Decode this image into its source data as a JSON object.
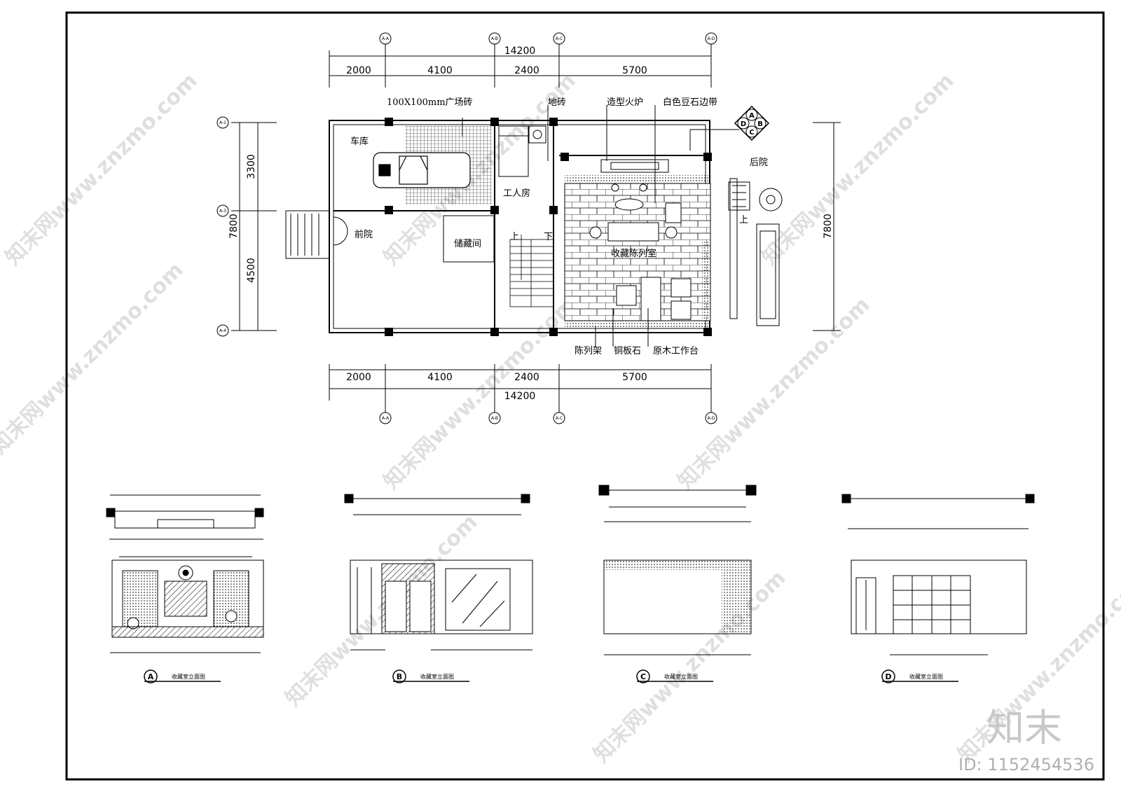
{
  "plan": {
    "total_dim": "14200",
    "col_dims": [
      "2000",
      "4100",
      "2400",
      "5700"
    ],
    "axis_cols": [
      "A-A",
      "A-B",
      "A-C",
      "A-D"
    ],
    "axis_rows": [
      "A-1",
      "A-3",
      "A-4"
    ],
    "row_dims": [
      "3300",
      "4500"
    ],
    "row_total": "7800",
    "labels": {
      "tile": "100X100mm广场砖",
      "floor_tile": "地砖",
      "fireplace": "造型火炉",
      "pebble_band": "白色豆石边带",
      "garage": "车库",
      "workers_room": "工人房",
      "front_yard": "前院",
      "storage": "储藏间",
      "gallery": "收藏陈列室",
      "back_yard": "后院",
      "up1": "上",
      "down1": "下",
      "up2": "上",
      "display_rack": "陈列架",
      "copper_stone": "铜板石",
      "log_desk": "原木工作台"
    },
    "compass": [
      "A",
      "B",
      "C",
      "D"
    ]
  },
  "elevations": [
    {
      "letter": "A",
      "caption": "收藏室立面图"
    },
    {
      "letter": "B",
      "caption": "收藏室立面图"
    },
    {
      "letter": "C",
      "caption": "收藏室立面图"
    },
    {
      "letter": "D",
      "caption": "收藏室立面图"
    }
  ],
  "brand": {
    "logo": "知末",
    "id": "ID: 1152454536",
    "watermark": "知末网www.znzmo.com"
  }
}
